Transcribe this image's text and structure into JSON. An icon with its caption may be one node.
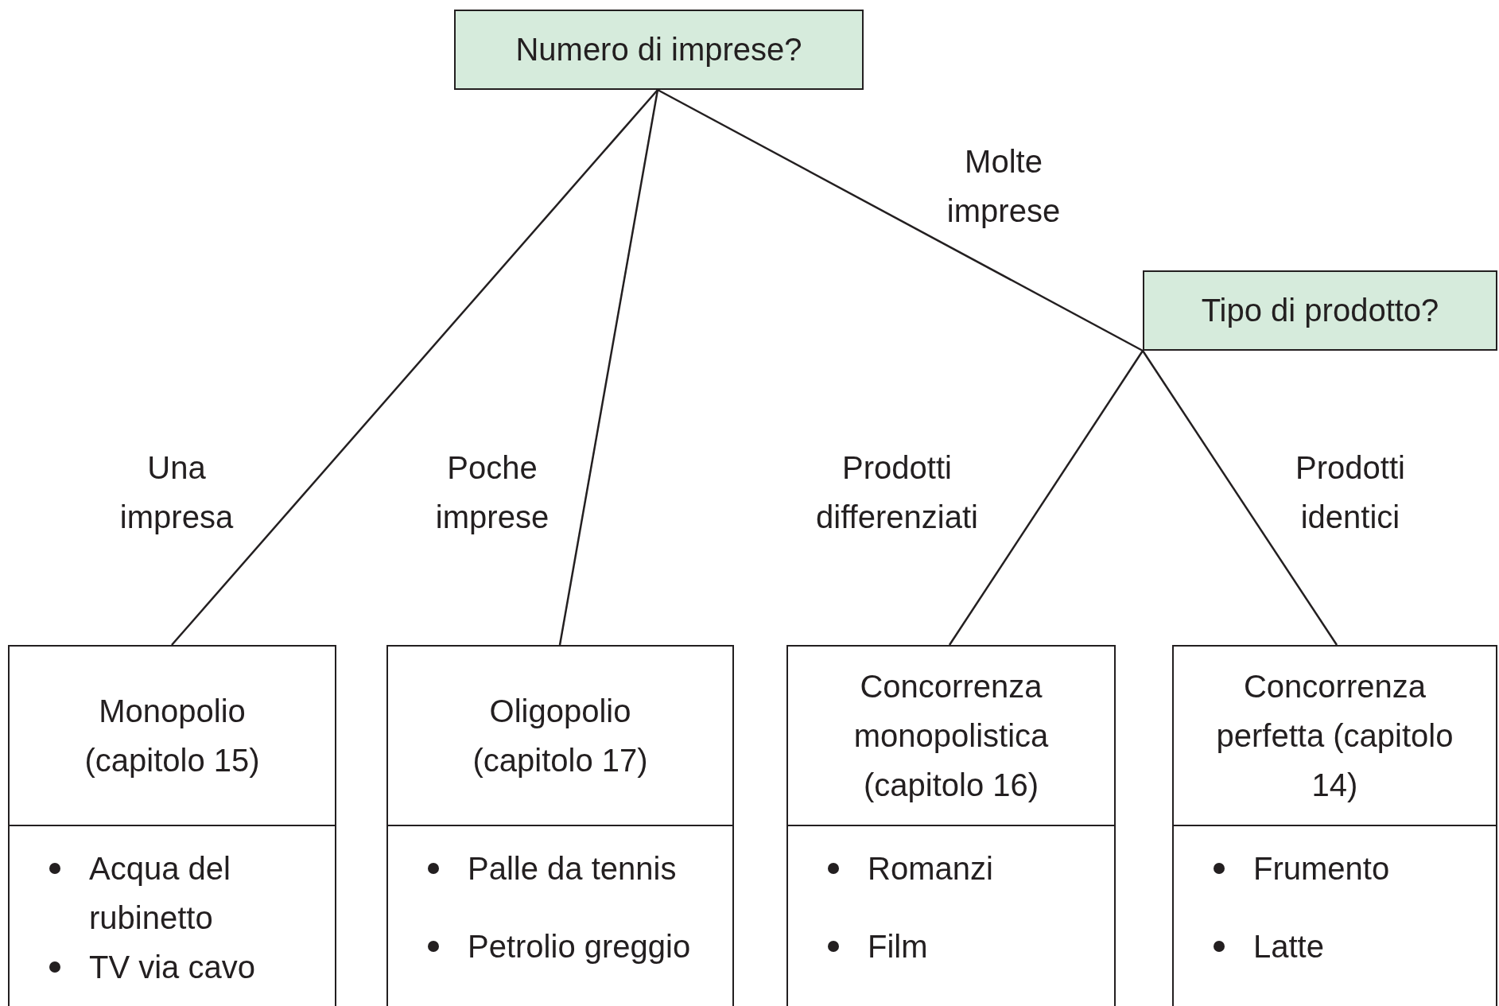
{
  "diagram": {
    "nodes": [
      {
        "text": [
          "Numero di imprese?"
        ]
      },
      {
        "text": [
          "Tipo di prodotto?"
        ]
      },
      {
        "text": [
          "Monopolio (capitolo 15)",
          "Acqua del rubinetto",
          "TV via cavo"
        ]
      },
      {
        "text": [
          "Oligopolio (capitolo 17)",
          "Palle da tennis",
          "Petrolio greggio"
        ]
      },
      {
        "text": [
          "Concorrenza monopolistica (capitolo 16)",
          "Romanzi",
          "Film"
        ]
      },
      {
        "text": [
          "Concorrenza perfetta (capitolo 14)",
          "Frumento",
          "Latte"
        ]
      }
    ],
    "edges": [
      {
        "from": 0,
        "to": 2,
        "arrow": "none",
        "label": "Una impresa"
      },
      {
        "from": 0,
        "to": 3,
        "arrow": "none",
        "label": "Poche imprese"
      },
      {
        "from": 0,
        "to": 1,
        "arrow": "none",
        "label": "Molte imprese"
      },
      {
        "from": 1,
        "to": 4,
        "arrow": "none",
        "label": "Prodotti differenziati"
      },
      {
        "from": 1,
        "to": 5,
        "arrow": "none",
        "label": "Prodotti identici"
      }
    ]
  }
}
